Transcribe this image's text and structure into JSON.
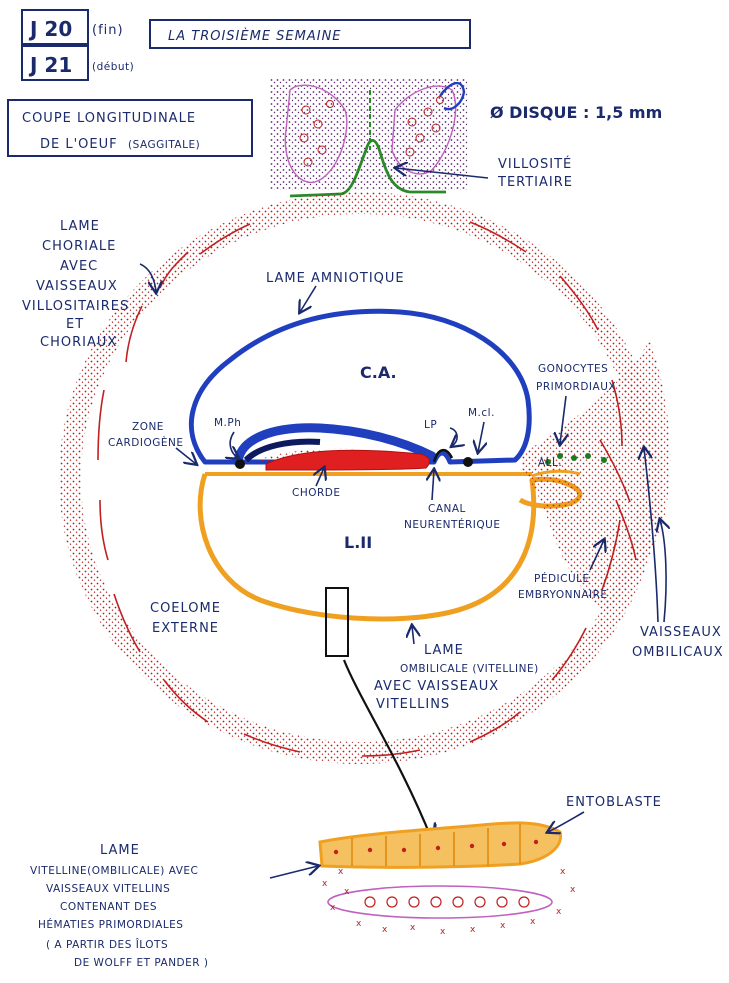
{
  "header": {
    "day_a": "J 20",
    "day_a_note": "(fin)",
    "day_b": "J 21",
    "day_b_note": "(début)",
    "title": "LA TROISIÈME SEMAINE"
  },
  "subtitle": {
    "line1": "COUPE LONGITUDINALE",
    "line2": "DE L'OEUF",
    "line2_note": "(SAGGITALE)"
  },
  "disque": "Ø DISQUE : 1,5 mm",
  "labels": {
    "villosite_1": "VILLOSITÉ",
    "villosite_2": "TERTIAIRE",
    "lame_choriale": [
      "LAME",
      "CHORIALE",
      "AVEC",
      "VAISSEAUX",
      "VILLOSITAIRES",
      "ET",
      "CHORIAUX"
    ],
    "lame_amniotique": "LAME AMNIOTIQUE",
    "ca": "C.A.",
    "mph": "M.Ph",
    "lp": "LP",
    "mcl": "M.cl.",
    "zone_cardiogene": [
      "ZONE",
      "CARDIOGÈNE"
    ],
    "gonocytes": [
      "GONOCYTES",
      "PRIMORDIAUX"
    ],
    "all": "ALL.",
    "chorde": "CHORDE",
    "canal": [
      "CANAL",
      "NEURENTÉRIQUE"
    ],
    "l2": "L.II",
    "pedicule": [
      "PÉDICULE",
      "EMBRYONNAIRE"
    ],
    "coelome": [
      "COELOME",
      "EXTERNE"
    ],
    "vaisseaux_omb": [
      "VAISSEAUX",
      "OMBILICAUX"
    ],
    "lame_ombilicale": [
      "LAME",
      "OMBILICALE (VITELLINE)",
      "AVEC VAISSEAUX",
      "VITELLINS"
    ],
    "entoblaste": "ENTOBLASTE",
    "lame_vitelline": [
      "LAME",
      "VITELLINE(OMBILICALE) AVEC",
      "VAISSEAUX VITELLINS",
      "CONTENANT DES",
      "HÉMATIES PRIMORDIALES",
      "( A PARTIR DES ÎLOTS",
      "DE WOLFF ET PANDER )"
    ]
  },
  "colors": {
    "ink": "#1a2a6c",
    "amnion": "#1f3fbf",
    "yolk": "#f0a020",
    "chorde": "#e02020",
    "chorion": "#a01818",
    "villus": "#2a8a2a",
    "gonocyte": "#1f7a1f"
  }
}
